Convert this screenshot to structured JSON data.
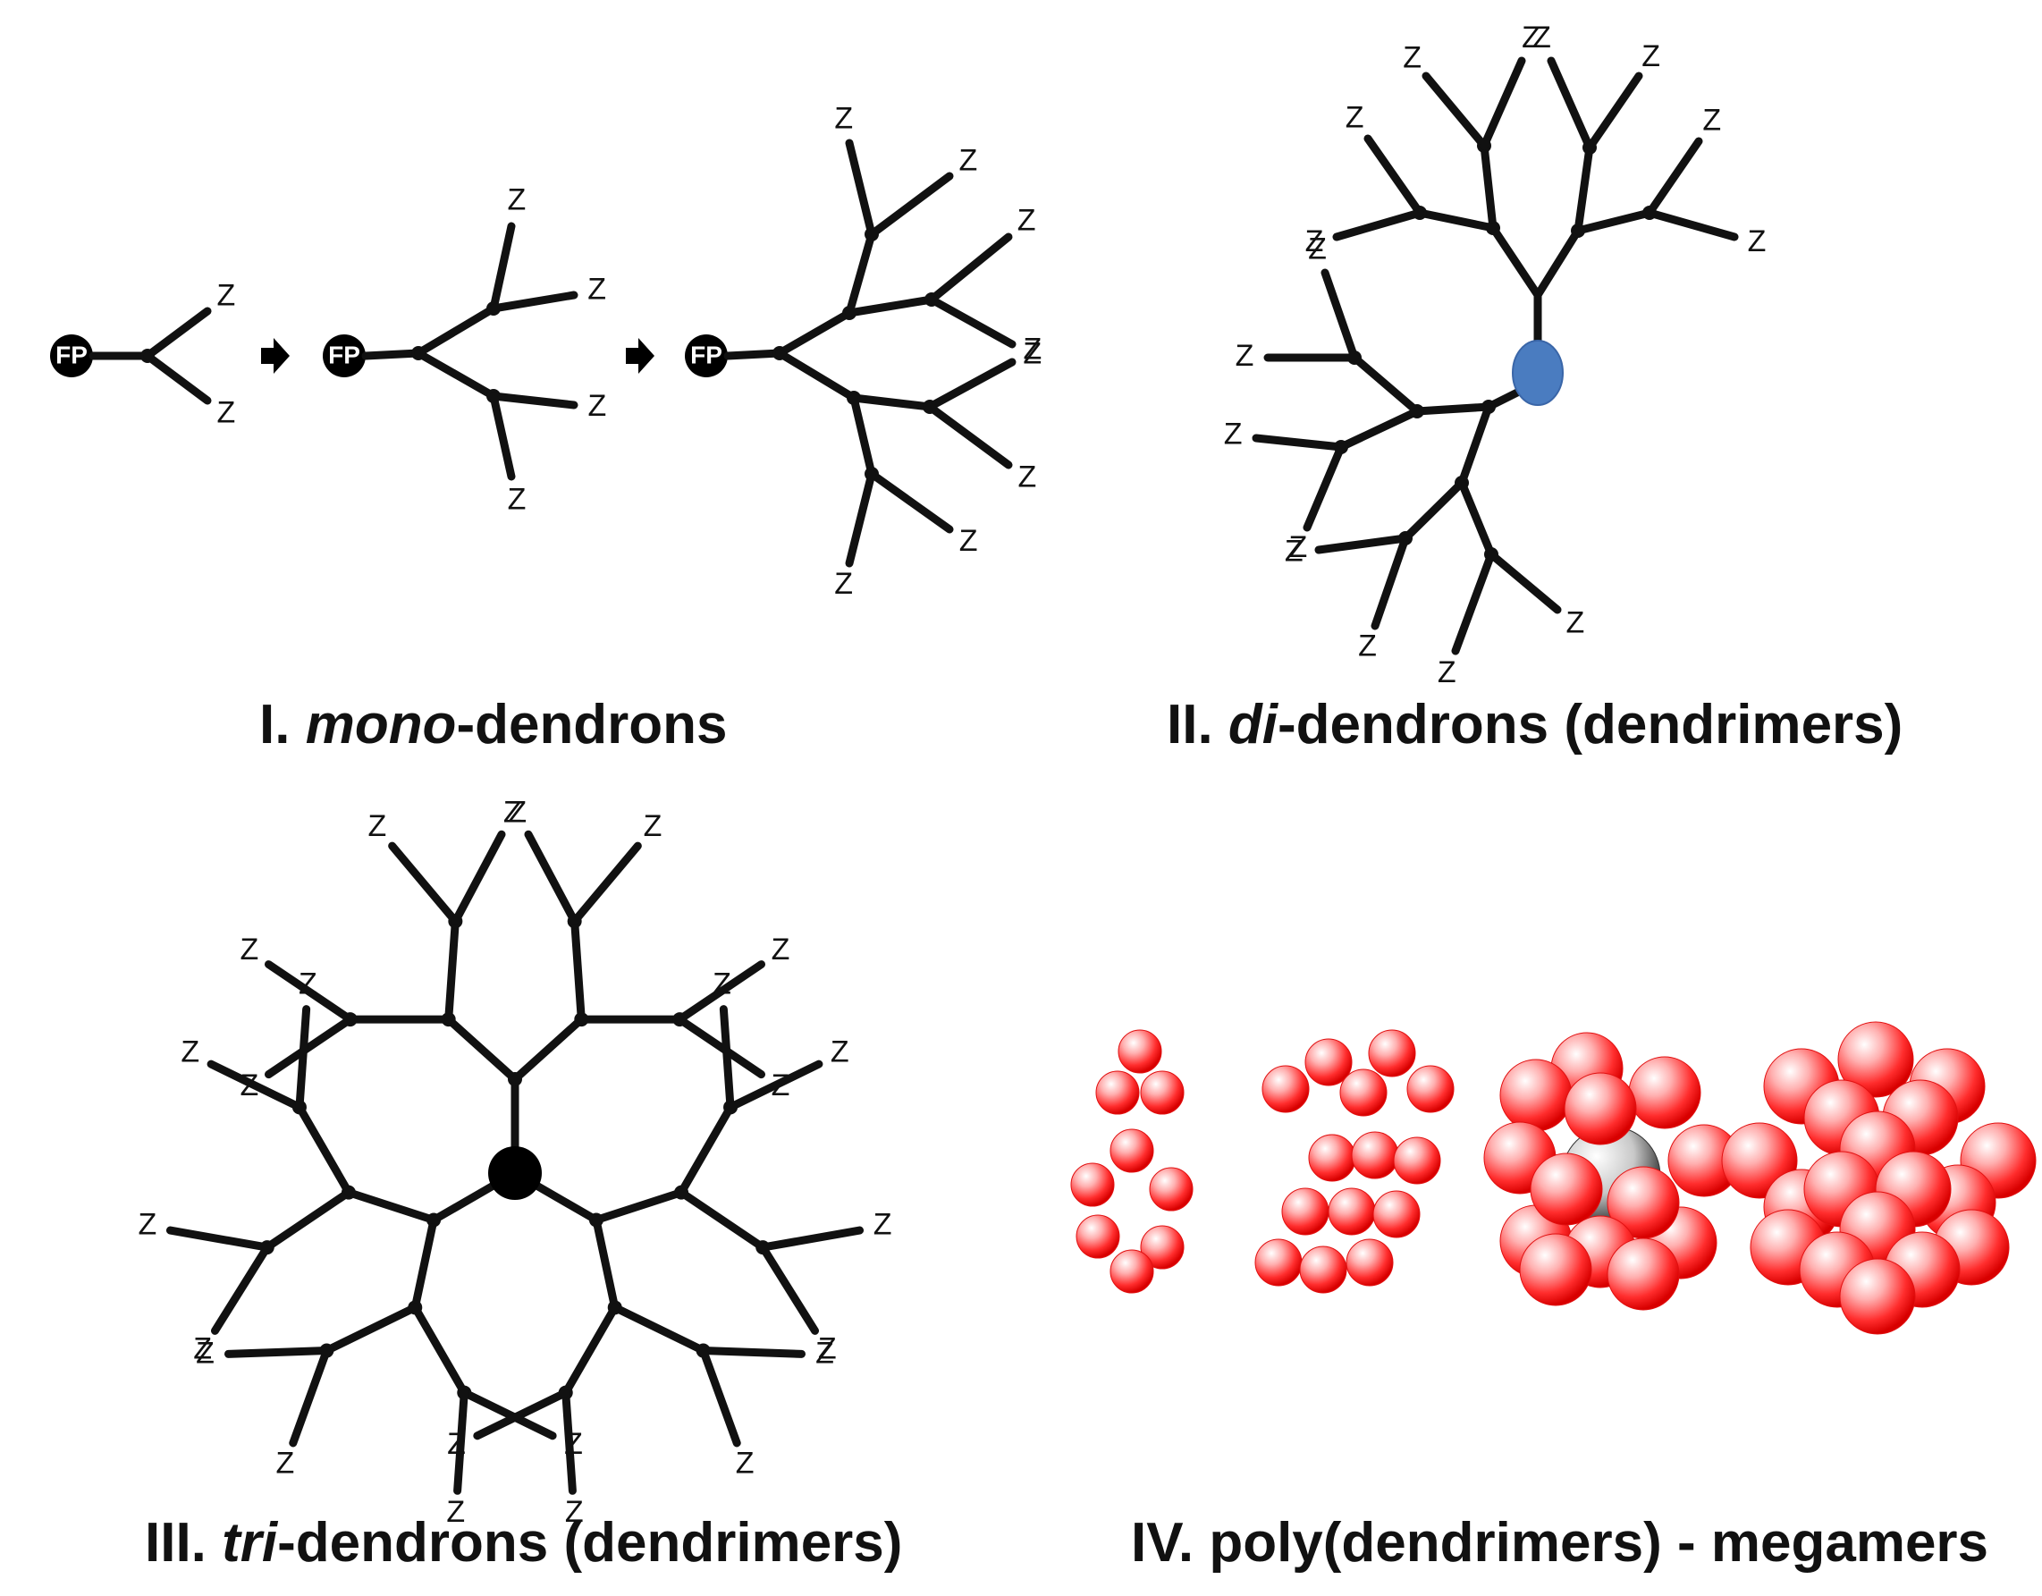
{
  "panels": [
    {
      "id": "I",
      "prefix": "I. ",
      "italic": "mono",
      "suffix": "-dendrons"
    },
    {
      "id": "II",
      "prefix": "II. ",
      "italic": "di",
      "suffix": "-dendrons (dendrimers)"
    },
    {
      "id": "III",
      "prefix": "III. ",
      "italic": "tri",
      "suffix": "-dendrons (dendrimers)"
    },
    {
      "id": "IV",
      "prefix": "IV. poly(dendrimers) - megamers",
      "italic": "",
      "suffix": ""
    }
  ],
  "focal_point_label": "FP",
  "terminal_label": "Z",
  "colors": {
    "bond": "#111111",
    "di_core": "#4a7cc0",
    "tri_core": "#000000",
    "sphere": "#ff3030",
    "sphere_core": "#9a9a9a"
  },
  "icons": [
    "arrow-right-icon",
    "arrow-right-icon"
  ]
}
